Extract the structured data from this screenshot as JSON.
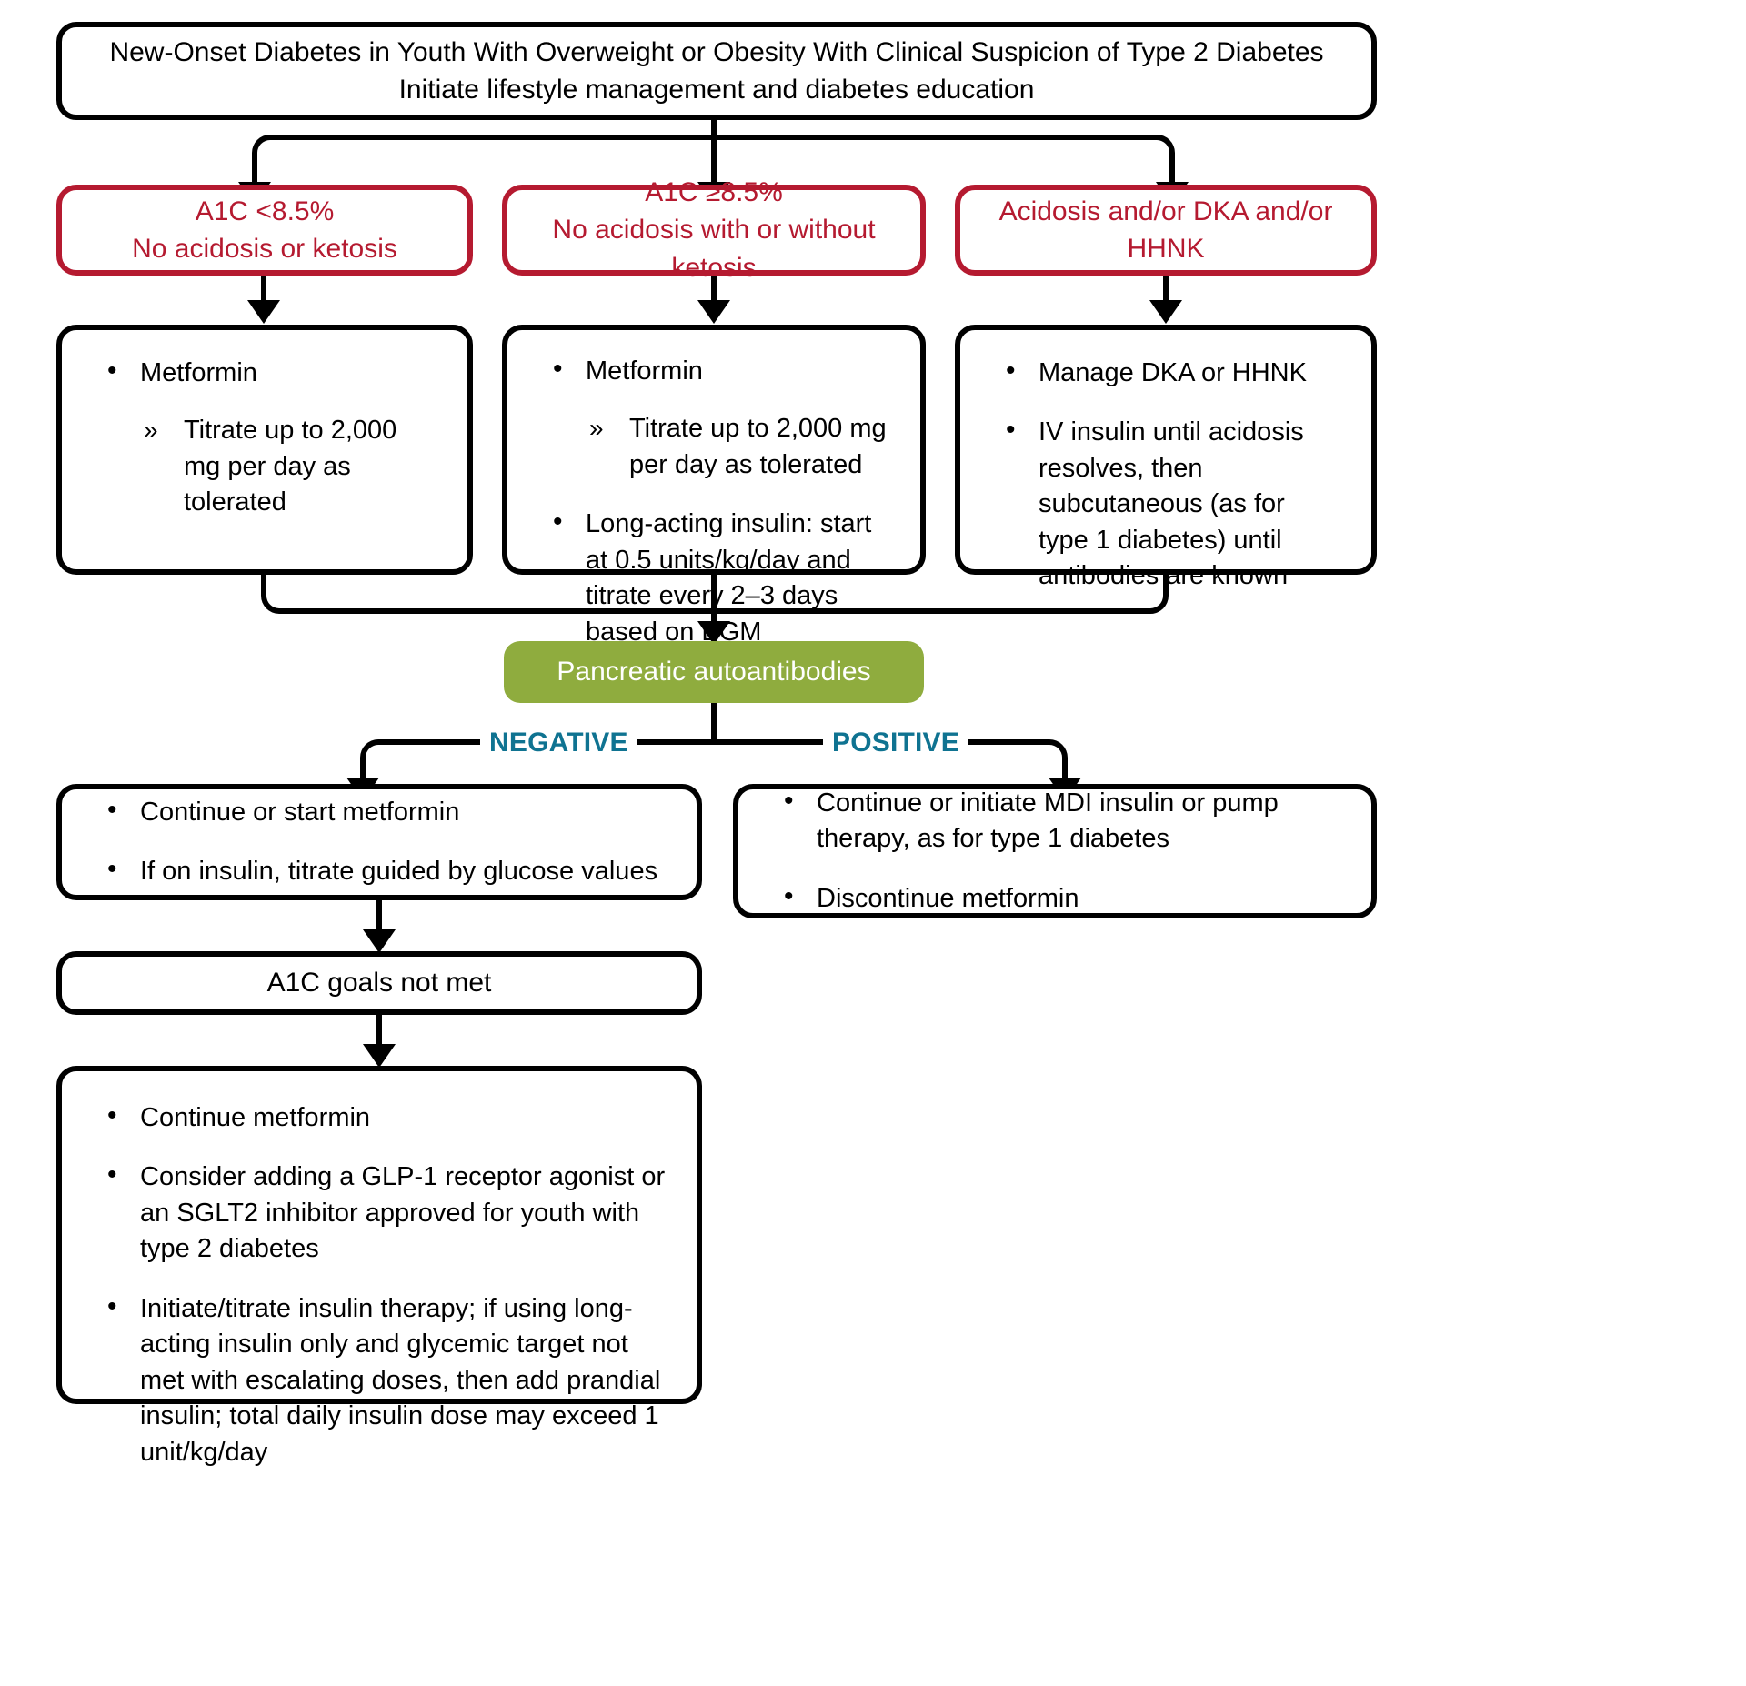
{
  "title_box": {
    "line1": "New-Onset Diabetes in Youth With Overweight or Obesity With Clinical Suspicion of Type 2 Diabetes",
    "line2": "Initiate lifestyle management and diabetes education"
  },
  "conditions": [
    {
      "line1": "A1C <8.5%",
      "line2": "No acidosis or ketosis"
    },
    {
      "line1": "A1C ≥8.5%",
      "line2": "No acidosis with or without ketosis"
    },
    {
      "line1": "Acidosis and/or DKA and/or HHNK",
      "line2": ""
    }
  ],
  "treatments": [
    {
      "bullets": [
        {
          "text": "Metformin",
          "sub": [
            "Titrate up to 2,000 mg per day as tolerated"
          ]
        }
      ]
    },
    {
      "bullets": [
        {
          "text": "Metformin",
          "sub": [
            "Titrate up to 2,000 mg per day as tolerated"
          ]
        },
        {
          "text": "Long-acting insulin: start at 0.5 units/kg/day and titrate every 2–3 days based on BGM",
          "sub": []
        }
      ]
    },
    {
      "bullets": [
        {
          "text": "Manage DKA or HHNK",
          "sub": []
        },
        {
          "text": "IV insulin until acidosis resolves, then subcutaneous (as for type 1 diabetes) until antibodies are known",
          "sub": []
        }
      ]
    }
  ],
  "decision": {
    "label": "Pancreatic autoantibodies",
    "color": "#8FAC3E",
    "text_color": "#FFFFFF"
  },
  "branches": {
    "negative_label": "NEGATIVE",
    "positive_label": "POSITIVE",
    "label_color": "#0F7391"
  },
  "negative_path": {
    "step1_bullets": [
      "Continue or start metformin",
      "If on insulin, titrate guided by glucose values"
    ],
    "step2_label": "A1C goals not met",
    "step3_bullets": [
      "Continue metformin",
      "Consider adding a GLP-1 receptor agonist or an SGLT2 inhibitor approved for youth with type 2 diabetes",
      "Initiate/titrate insulin therapy; if using long-acting insulin only and glycemic target not met with escalating doses, then add prandial insulin; total daily insulin dose may exceed 1 unit/kg/day"
    ]
  },
  "positive_path": {
    "bullets": [
      "Continue or initiate MDI insulin or pump therapy, as for type 1 diabetes",
      "Discontinue metformin"
    ]
  },
  "colors": {
    "condition_border": "#B51A30",
    "condition_text": "#B51A30",
    "box_border": "#000000",
    "decision_fill": "#8FAC3E",
    "branch_label": "#0F7391"
  }
}
